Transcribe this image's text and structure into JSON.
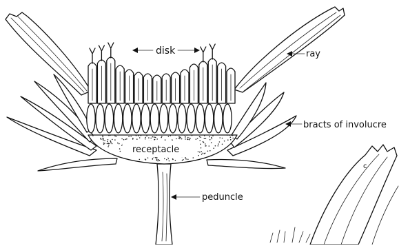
{
  "figure": {
    "labels": {
      "disk": "disk",
      "ray": "ray",
      "bracts": "bracts of involucre",
      "receptacle": "receptacle",
      "peduncle": "peduncle",
      "inset": "c"
    }
  }
}
